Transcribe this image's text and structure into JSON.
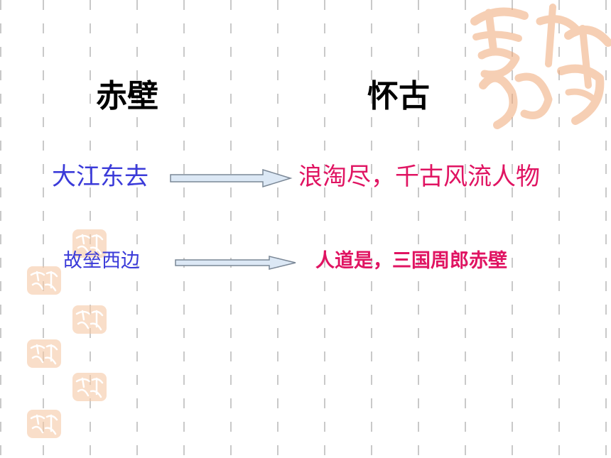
{
  "headings": {
    "left": "赤壁",
    "right": "怀古"
  },
  "rows": [
    {
      "left": "大江东去",
      "right": "浪淘尽，千古风流人物"
    },
    {
      "left": "故垒西边",
      "right": "人道是，三国周郎赤壁"
    }
  ],
  "colors": {
    "left_text": "#3b3bd9",
    "right_text": "#e01462",
    "seal": "#f0a878",
    "arrow_fill": "#dce8f5",
    "arrow_stroke": "#7a8796",
    "grid": "#c9c9c9"
  }
}
